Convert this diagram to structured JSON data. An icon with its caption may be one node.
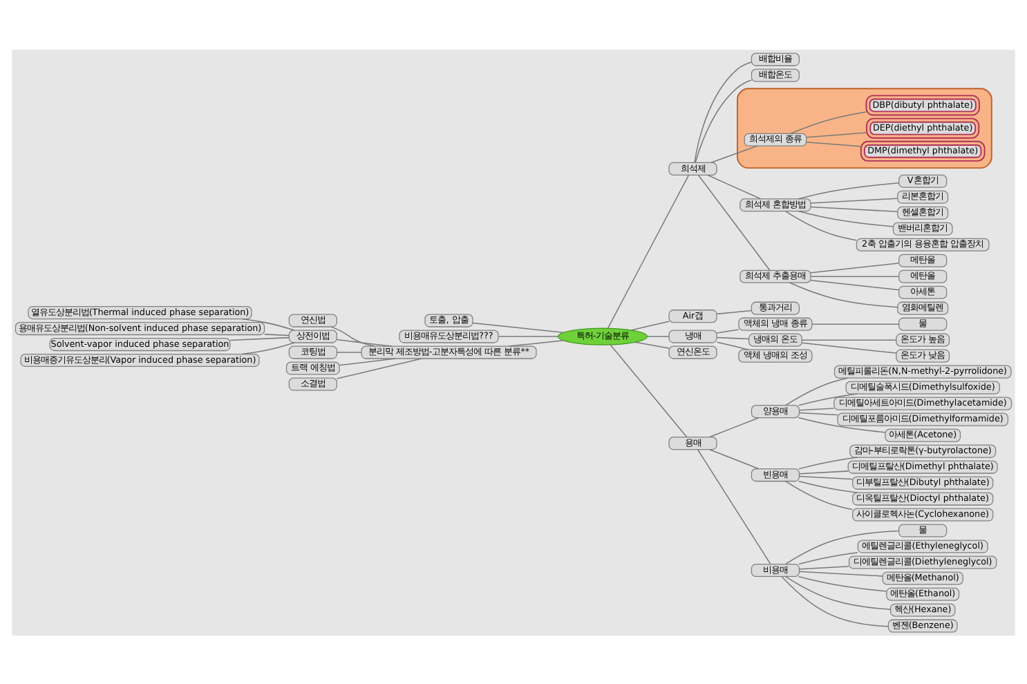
{
  "diagram": {
    "nodes": [
      {
        "text": [
          "특허-기술분류"
        ]
      },
      {
        "text": [
          "희석제"
        ]
      },
      {
        "text": [
          "배합비율"
        ]
      },
      {
        "text": [
          "배합온도"
        ]
      },
      {
        "text": [],
        "shape": "cloud"
      },
      {
        "text": [
          "희석제의 종류"
        ],
        "in": 4
      },
      {
        "text": [
          "DMP(dimethyl phthalate)"
        ],
        "in": 4
      },
      {
        "text": [
          "DEP(diethyl phthalate)"
        ],
        "in": 4
      },
      {
        "text": [
          "DBP(dibutyl phthalate)"
        ],
        "in": 4
      },
      {
        "text": [
          "희석제 혼합방법"
        ]
      },
      {
        "text": [
          "V혼합기"
        ]
      },
      {
        "text": [
          "리본혼합기"
        ]
      },
      {
        "text": [
          "헨셀혼합기"
        ]
      },
      {
        "text": [
          "밴버리혼합기"
        ]
      },
      {
        "text": [
          "2축 압출기의 용융혼합 압출장치"
        ]
      },
      {
        "text": [
          "희석제 추출용매"
        ]
      },
      {
        "text": [
          "메탄올"
        ]
      },
      {
        "text": [
          "에탄올"
        ]
      },
      {
        "text": [
          "아세톤"
        ]
      },
      {
        "text": [
          "염화메틸렌"
        ]
      },
      {
        "text": [
          "토출, 압출"
        ]
      },
      {
        "text": [
          "Air갭"
        ]
      },
      {
        "text": [
          "통과거리"
        ]
      },
      {
        "text": [
          "비용매유도상분리법???"
        ]
      },
      {
        "text": [
          "냉매"
        ]
      },
      {
        "text": [
          "액체의 냉매 종류"
        ]
      },
      {
        "text": [
          "물"
        ]
      },
      {
        "text": [
          "냉매의 온도"
        ]
      },
      {
        "text": [
          "온도가 높음"
        ]
      },
      {
        "text": [
          "온도가 낮음"
        ]
      },
      {
        "text": [
          "액체 냉매의 조성"
        ]
      },
      {
        "text": [
          "연신온도"
        ]
      },
      {
        "text": [
          "분리막 제조방법-고분자특성에 따른 분류**"
        ]
      },
      {
        "text": [
          "연신법"
        ]
      },
      {
        "text": [
          "상전이법"
        ]
      },
      {
        "text": [
          "열유도상분리법(Thermal induced phase separation)"
        ]
      },
      {
        "text": [
          "용매유도상분리법(Non-solvent induced phase separation)"
        ]
      },
      {
        "text": [
          "Solvent-vapor induced phase separation"
        ]
      },
      {
        "text": [
          "비용매증기유도상분리(Vapor induced phase separation)"
        ]
      },
      {
        "text": [
          "코팅법"
        ]
      },
      {
        "text": [
          "트랙 에칭법"
        ]
      },
      {
        "text": [
          "소결법"
        ]
      },
      {
        "text": [
          "용매"
        ]
      },
      {
        "text": [
          "양용매"
        ]
      },
      {
        "text": [
          "메틸피롤리돈(N,N-methyl-2-pyrrolidone)"
        ]
      },
      {
        "text": [
          "디메틸술폭시드(Dimethylsulfoxide)"
        ]
      },
      {
        "text": [
          "디메틸아세트아미드(Dimethylacetamide)"
        ]
      },
      {
        "text": [
          "디메틸포름아미드(Dimethylformamide)"
        ]
      },
      {
        "text": [
          "아세톤(Acetone)"
        ]
      },
      {
        "text": [
          "빈용매"
        ]
      },
      {
        "text": [
          "감마-부티로락톤(γ-butyrolactone)"
        ]
      },
      {
        "text": [
          "디메틸프탈산(Dimethyl phthalate)"
        ]
      },
      {
        "text": [
          "디부틸프탈산(Dibutyl phthalate)"
        ]
      },
      {
        "text": [
          "디옥틸프탈산(Dioctyl phthalate)"
        ]
      },
      {
        "text": [
          "사이클로헥사논(Cyclohexanone)"
        ]
      },
      {
        "text": [
          "비용매"
        ]
      },
      {
        "text": [
          "물"
        ]
      },
      {
        "text": [
          "에틸렌글리콜(Ethyleneglycol)"
        ]
      },
      {
        "text": [
          "디에틸렌글리콜(Diethyleneglycol)"
        ]
      },
      {
        "text": [
          "메탄올(Methanol)"
        ]
      },
      {
        "text": [
          "에탄올(Ethanol)"
        ]
      },
      {
        "text": [
          "헥산(Hexane)"
        ]
      },
      {
        "text": [
          "벤젠(Benzene)"
        ]
      }
    ],
    "edges": [
      {
        "from": 0,
        "to": 1,
        "arrow": "none"
      },
      {
        "from": 1,
        "to": 2,
        "arrow": "none"
      },
      {
        "from": 1,
        "to": 3,
        "arrow": "none"
      },
      {
        "from": 1,
        "to": 5,
        "arrow": "none"
      },
      {
        "from": 5,
        "to": 6,
        "arrow": "none"
      },
      {
        "from": 5,
        "to": 7,
        "arrow": "none"
      },
      {
        "from": 5,
        "to": 8,
        "arrow": "none"
      },
      {
        "from": 1,
        "to": 9,
        "arrow": "none"
      },
      {
        "from": 9,
        "to": 10,
        "arrow": "none"
      },
      {
        "from": 9,
        "to": 11,
        "arrow": "none"
      },
      {
        "from": 9,
        "to": 12,
        "arrow": "none"
      },
      {
        "from": 9,
        "to": 13,
        "arrow": "none"
      },
      {
        "from": 9,
        "to": 14,
        "arrow": "none"
      },
      {
        "from": 1,
        "to": 15,
        "arrow": "none"
      },
      {
        "from": 15,
        "to": 16,
        "arrow": "none"
      },
      {
        "from": 15,
        "to": 17,
        "arrow": "none"
      },
      {
        "from": 15,
        "to": 18,
        "arrow": "none"
      },
      {
        "from": 15,
        "to": 19,
        "arrow": "none"
      },
      {
        "from": 0,
        "to": 20,
        "arrow": "none"
      },
      {
        "from": 0,
        "to": 21,
        "arrow": "none"
      },
      {
        "from": 21,
        "to": 22,
        "arrow": "none"
      },
      {
        "from": 0,
        "to": 23,
        "arrow": "none"
      },
      {
        "from": 0,
        "to": 24,
        "arrow": "none"
      },
      {
        "from": 24,
        "to": 25,
        "arrow": "none"
      },
      {
        "from": 25,
        "to": 26,
        "arrow": "none"
      },
      {
        "from": 24,
        "to": 27,
        "arrow": "none"
      },
      {
        "from": 27,
        "to": 28,
        "arrow": "none"
      },
      {
        "from": 27,
        "to": 29,
        "arrow": "none"
      },
      {
        "from": 24,
        "to": 30,
        "arrow": "none"
      },
      {
        "from": 0,
        "to": 31,
        "arrow": "none"
      },
      {
        "from": 0,
        "to": 32,
        "arrow": "none"
      },
      {
        "from": 32,
        "to": 33,
        "arrow": "none"
      },
      {
        "from": 32,
        "to": 34,
        "arrow": "none"
      },
      {
        "from": 34,
        "to": 35,
        "arrow": "none"
      },
      {
        "from": 34,
        "to": 36,
        "arrow": "none"
      },
      {
        "from": 34,
        "to": 37,
        "arrow": "none"
      },
      {
        "from": 34,
        "to": 38,
        "arrow": "none"
      },
      {
        "from": 32,
        "to": 39,
        "arrow": "none"
      },
      {
        "from": 32,
        "to": 40,
        "arrow": "none"
      },
      {
        "from": 32,
        "to": 41,
        "arrow": "none"
      },
      {
        "from": 0,
        "to": 42,
        "arrow": "none"
      },
      {
        "from": 42,
        "to": 43,
        "arrow": "none"
      },
      {
        "from": 43,
        "to": 44,
        "arrow": "none"
      },
      {
        "from": 43,
        "to": 45,
        "arrow": "none"
      },
      {
        "from": 43,
        "to": 46,
        "arrow": "none"
      },
      {
        "from": 43,
        "to": 47,
        "arrow": "none"
      },
      {
        "from": 43,
        "to": 48,
        "arrow": "none"
      },
      {
        "from": 42,
        "to": 49,
        "arrow": "none"
      },
      {
        "from": 49,
        "to": 50,
        "arrow": "none"
      },
      {
        "from": 49,
        "to": 51,
        "arrow": "none"
      },
      {
        "from": 49,
        "to": 52,
        "arrow": "none"
      },
      {
        "from": 49,
        "to": 53,
        "arrow": "none"
      },
      {
        "from": 49,
        "to": 54,
        "arrow": "none"
      },
      {
        "from": 42,
        "to": 55,
        "arrow": "none"
      },
      {
        "from": 55,
        "to": 56,
        "arrow": "none"
      },
      {
        "from": 55,
        "to": 57,
        "arrow": "none"
      },
      {
        "from": 55,
        "to": 58,
        "arrow": "none"
      },
      {
        "from": 55,
        "to": 59,
        "arrow": "none"
      },
      {
        "from": 55,
        "to": 60,
        "arrow": "none"
      },
      {
        "from": 55,
        "to": 61,
        "arrow": "none"
      },
      {
        "from": 55,
        "to": 62,
        "arrow": "none"
      }
    ]
  }
}
